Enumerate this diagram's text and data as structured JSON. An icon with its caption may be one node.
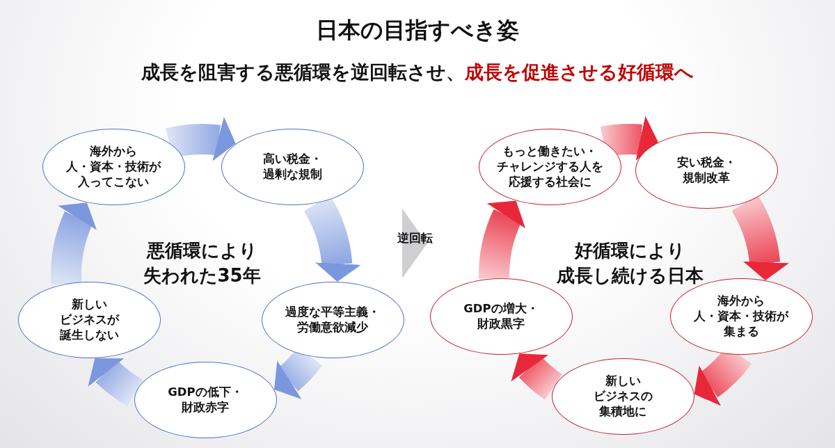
{
  "diagram": {
    "title": "日本の目指すべき姿",
    "nodes": [
      {
        "text": [
          "海外から人・資本・技術が入ってこない"
        ]
      },
      {
        "text": [
          "高い税金・過剰な規制"
        ]
      },
      {
        "text": [
          "過度な平等主義・労働意欲減少"
        ]
      },
      {
        "text": [
          "GDPの低下・財政赤字"
        ]
      },
      {
        "text": [
          "新しいビジネスが誕生しない"
        ]
      },
      {
        "text": [
          "もっと働きたい・チャレンジする人を応援する社会に"
        ]
      },
      {
        "text": [
          "安い税金・規制改革"
        ]
      },
      {
        "text": [
          "海外から人・資本・技術が集まる"
        ]
      },
      {
        "text": [
          "新しいビジネスの集積地に"
        ]
      },
      {
        "text": [
          "GDPの増大・財政黒字"
        ]
      }
    ],
    "edges": [
      {
        "from": 0,
        "to": 1,
        "arrow": "to",
        "color": "#7b97dd"
      },
      {
        "from": 1,
        "to": 2,
        "arrow": "to",
        "color": "#7b97dd"
      },
      {
        "from": 2,
        "to": 3,
        "arrow": "to",
        "color": "#7b97dd"
      },
      {
        "from": 3,
        "to": 4,
        "arrow": "to",
        "color": "#7b97dd"
      },
      {
        "from": 4,
        "to": 0,
        "arrow": "to",
        "color": "#7b97dd"
      },
      {
        "from": 5,
        "to": 6,
        "arrow": "to",
        "color": "#e8283a"
      },
      {
        "from": 6,
        "to": 7,
        "arrow": "to",
        "color": "#e8283a"
      },
      {
        "from": 7,
        "to": 8,
        "arrow": "to",
        "color": "#e8283a"
      },
      {
        "from": 8,
        "to": 9,
        "arrow": "to",
        "color": "#e8283a"
      },
      {
        "from": 9,
        "to": 5,
        "arrow": "to",
        "color": "#e8283a"
      }
    ],
    "labels": [
      "成長を阻害する悪循環を逆回転させ、",
      "成長を促進させる好循環へ",
      "悪循環により失われた35年",
      "逆回転",
      "好循環により成長し続ける日本"
    ]
  }
}
